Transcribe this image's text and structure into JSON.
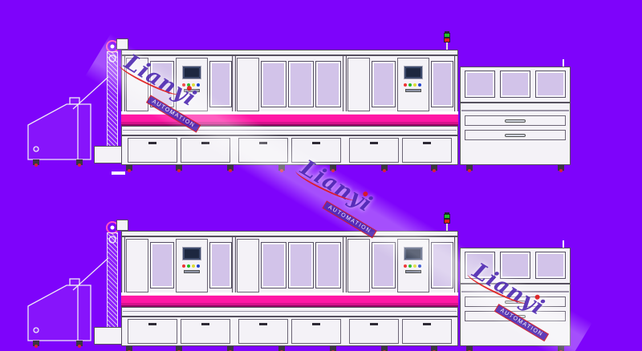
{
  "title": "automation-production-line-drawing",
  "colors": {
    "background": "#7e03fb",
    "panel": "#f4f2f7",
    "outline": "#56505e",
    "window": "#d2c3e9",
    "stripe": "#ff17a5",
    "stripe_dark": "#8f0b63",
    "screen": "#1d2740",
    "light_green": "#1fc426",
    "light_red": "#e81c1c",
    "caster_red": "#d8203a",
    "tower_pink": "#ff4fc3",
    "watermark_text": "#4f2ab2",
    "watermark_accent": "#e01818"
  },
  "watermark": {
    "brand": "Lianyi",
    "subtitle": "AUTOMATION"
  },
  "lines": [
    {
      "name": "machine-line-top"
    },
    {
      "name": "machine-line-bottom"
    }
  ]
}
